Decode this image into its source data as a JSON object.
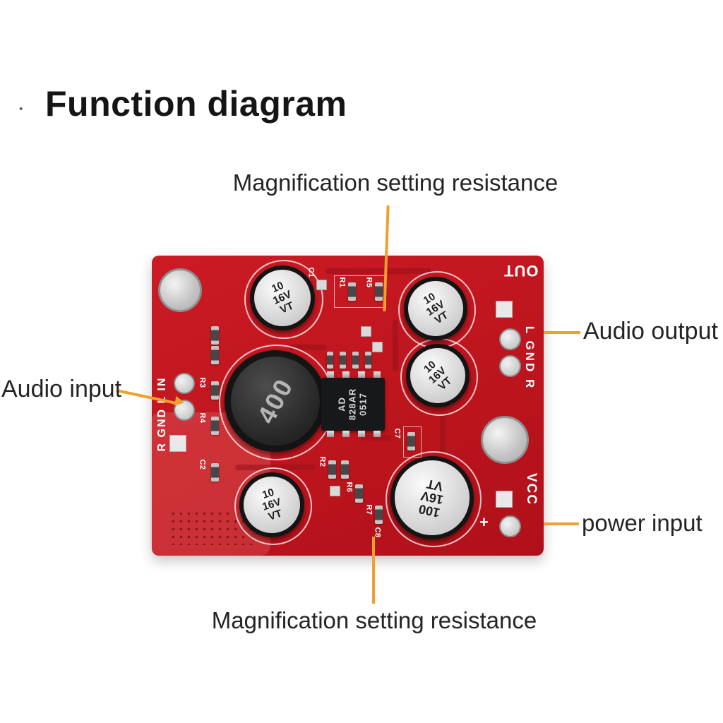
{
  "page": {
    "title": "Function diagram",
    "bullet": "•"
  },
  "annotations": {
    "top": "Magnification setting resistance",
    "bottom": "Magnification setting resistance",
    "audio_input": "Audio input",
    "audio_output": "Audio output",
    "power_input": "power input"
  },
  "colors": {
    "board_red": "#c0161f",
    "line_orange": "#f1a02f",
    "silkscreen": "#ffffff"
  },
  "board": {
    "silkscreen": {
      "out": "OUT",
      "right_io": "L GND R",
      "left_io": "R GND L IN",
      "vcc": "VCC",
      "plus": "+"
    },
    "ic_lines": [
      "AD",
      "828AR",
      "0517"
    ],
    "cap_small_lines": [
      "10",
      "16V",
      "VT"
    ],
    "cap_big_left_lines": [
      "400"
    ],
    "cap_big_bottom_lines": [
      "100",
      "16V",
      "VT"
    ],
    "refs": {
      "c1": "C1",
      "r1": "R1",
      "r5": "R5",
      "r3": "R3",
      "r4": "R4",
      "c2": "C2",
      "r2": "R2",
      "r6": "R6",
      "r7": "R7",
      "c7": "C7",
      "c8": "C8"
    }
  }
}
